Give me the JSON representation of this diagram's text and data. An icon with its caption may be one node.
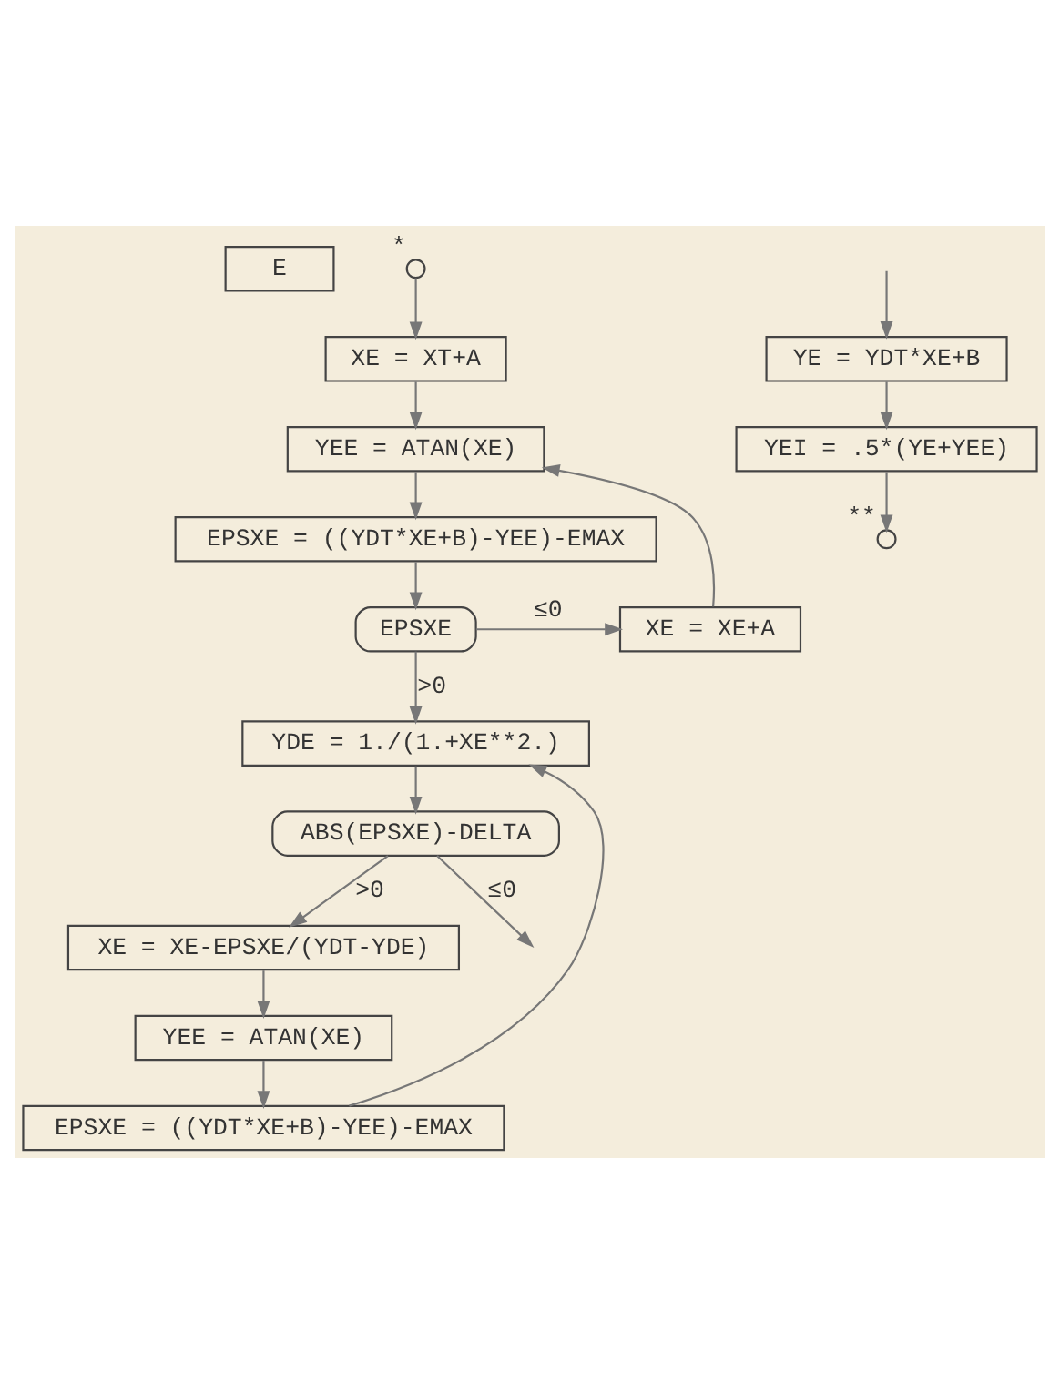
{
  "diagram": {
    "nodes": [
      {
        "text": [
          "E"
        ]
      },
      {
        "text": [],
        "shape": "circle",
        "beside": [
          "*"
        ]
      },
      {
        "text": [
          "XE = XT+A"
        ]
      },
      {
        "text": [
          "YEE = ATAN(XE)"
        ]
      },
      {
        "text": [
          "EPSXE = ((YDT*XE+B)-YEE)-EMAX"
        ]
      },
      {
        "text": [
          "XE = XE+A"
        ]
      },
      {
        "text": [
          "EPSXE"
        ]
      },
      {
        "text": [
          "YDE = 1./(1.+XE**2.)"
        ]
      },
      {
        "text": [
          "ABS(EPSXE)-DELTA"
        ]
      },
      {
        "text": [
          "XE = XE-EPSXE/(YDT-YDE)"
        ]
      },
      {
        "text": [
          "YEE = ATAN(XE)"
        ]
      },
      {
        "text": [
          "EPSXE = ((YDT*XE+B)-YEE)-EMAX"
        ]
      },
      {
        "text": [
          "YE = YDT*XE+B"
        ]
      },
      {
        "text": [
          "YEI = .5*(YE+YEE)"
        ]
      },
      {
        "text": [],
        "shape": "circle",
        "beside": [
          "**"
        ]
      }
    ],
    "edges": [
      {
        "from": 1,
        "to": 2,
        "arrow": "to"
      },
      {
        "from": 2,
        "to": 3,
        "arrow": "to"
      },
      {
        "from": 3,
        "to": 4,
        "arrow": "to"
      },
      {
        "from": 4,
        "to": 6,
        "arrow": "to"
      },
      {
        "from": 6,
        "to": 5,
        "arrow": "to",
        "label": "≤0"
      },
      {
        "from": 5,
        "to": 3,
        "arrow": "to"
      },
      {
        "from": 6,
        "to": 7,
        "arrow": "to",
        "label": ">0"
      },
      {
        "from": 7,
        "to": 8,
        "arrow": "to"
      },
      {
        "from": 8,
        "to": 9,
        "arrow": "to",
        "label": ">0"
      },
      {
        "from": 8,
        "to": null,
        "arrow": "to",
        "label": "≤0"
      },
      {
        "from": 9,
        "to": 10,
        "arrow": "to"
      },
      {
        "from": 10,
        "to": 11,
        "arrow": "to"
      },
      {
        "from": 11,
        "to": 7,
        "arrow": "to"
      },
      {
        "from": null,
        "to": 12,
        "arrow": "to"
      },
      {
        "from": 12,
        "to": 13,
        "arrow": "to"
      },
      {
        "from": 13,
        "to": 14,
        "arrow": "to"
      }
    ]
  }
}
